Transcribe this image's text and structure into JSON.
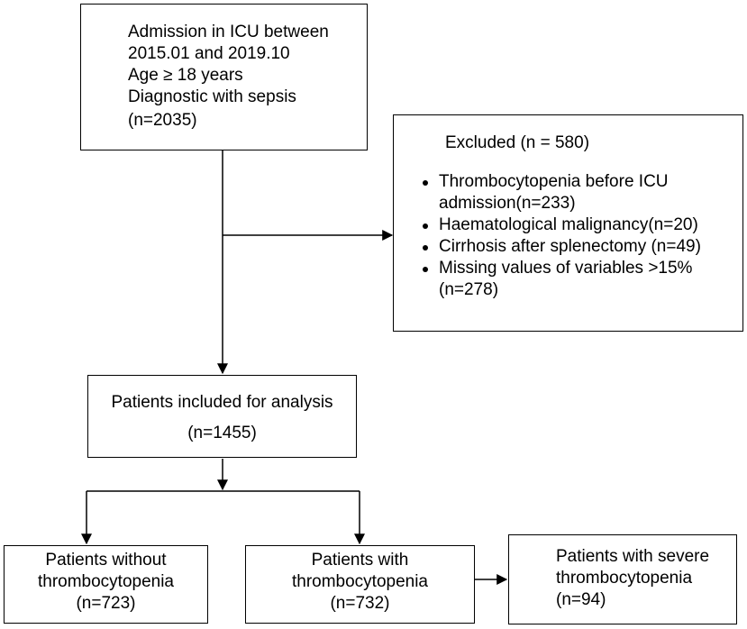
{
  "box_admission": {
    "lines": [
      "Admission in ICU between",
      "2015.01 and 2019.10",
      "Age ≥ 18 years",
      "Diagnostic  with sepsis",
      "(n=2035)"
    ]
  },
  "box_excluded": {
    "title": "Excluded (n = 580)",
    "items": [
      {
        "lines": [
          "Thrombocytopenia before ICU",
          "admission(n=233)"
        ]
      },
      {
        "lines": [
          " Haematological malignancy(n=20)"
        ]
      },
      {
        "lines": [
          " Cirrhosis after splenectomy (n=49)"
        ]
      },
      {
        "lines": [
          " Missing values of variables >15%",
          "(n=278)"
        ]
      }
    ]
  },
  "box_included": {
    "title": "Patients included for analysis",
    "count": "(n=1455)"
  },
  "box_without": {
    "lines": [
      "Patients without",
      "thrombocytopenia",
      "(n=723)"
    ]
  },
  "box_with": {
    "lines": [
      "Patients with",
      "thrombocytopenia",
      "(n=732)"
    ]
  },
  "box_severe": {
    "lines": [
      "Patients with severe",
      "thrombocytopenia",
      "(n=94)"
    ]
  }
}
